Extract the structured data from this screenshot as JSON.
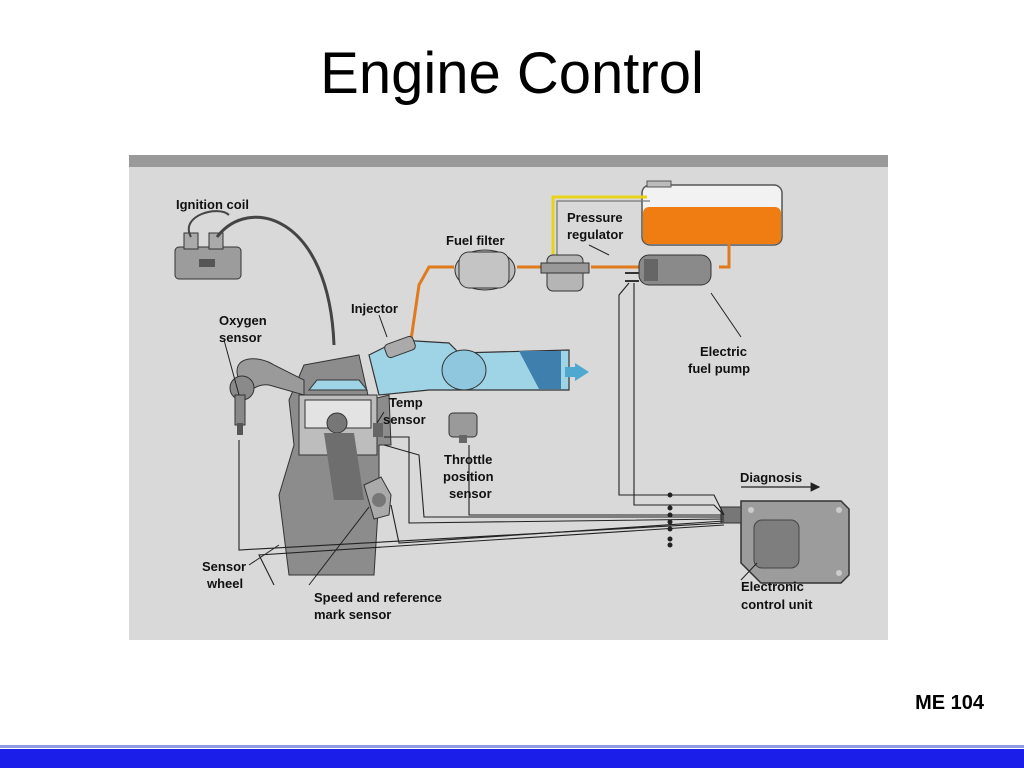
{
  "slide": {
    "title": "Engine Control",
    "course": "ME 104"
  },
  "labels": {
    "ignition_coil": "Ignition coil",
    "fuel_filter": "Fuel filter",
    "pressure_regulator": [
      "Pressure",
      "regulator"
    ],
    "injector": "Injector",
    "oxygen_sensor": [
      "Oxygen",
      "sensor"
    ],
    "electric_fuel_pump": [
      "Electric",
      "fuel pump"
    ],
    "temp_sensor": [
      "Temp",
      "sensor"
    ],
    "throttle_position_sensor": [
      "Throttle",
      "position",
      "sensor"
    ],
    "diagnosis": "Diagnosis",
    "sensor_wheel": [
      "Sensor",
      "wheel"
    ],
    "speed_reference_sensor": [
      "Speed and reference",
      "mark sensor"
    ],
    "electronic_control_unit": [
      "Electronic",
      "control unit"
    ]
  },
  "colors": {
    "fuel_tank": "#f07d12",
    "fuel_line": "#e07a1c",
    "intake_air": "#9fd3e6",
    "air_arrow": "#4fa8cf",
    "yellow_line": "#e8d21a",
    "engine_body": "#8c8c8c",
    "footer": "#1a1ee8"
  }
}
